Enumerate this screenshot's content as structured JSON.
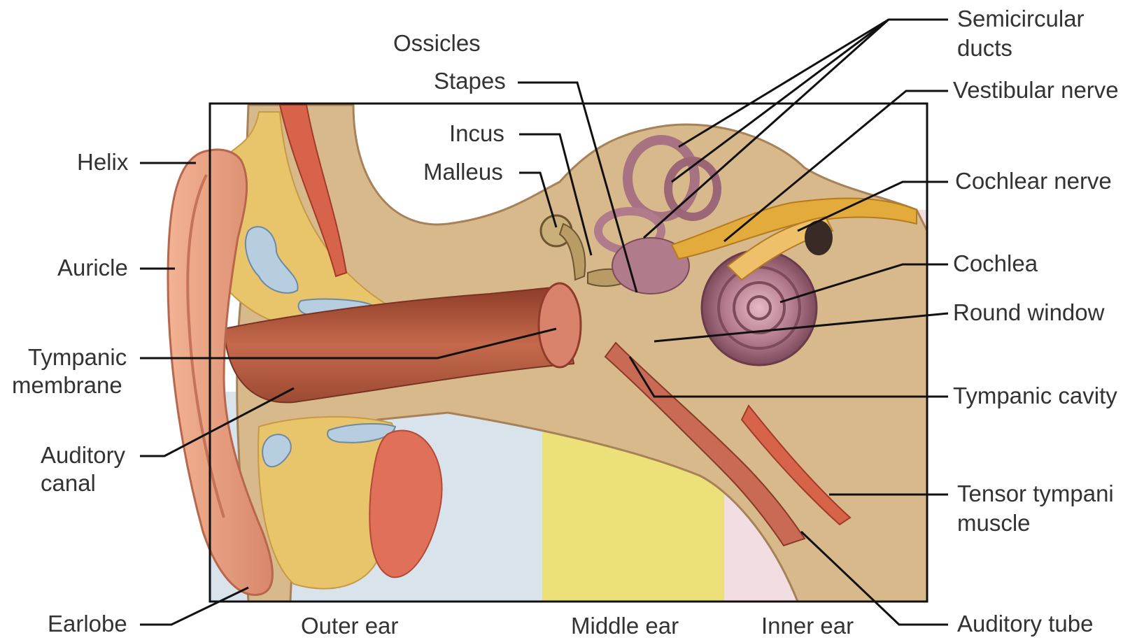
{
  "labels": {
    "ossicles": "Ossicles",
    "stapes": "Stapes",
    "incus": "Incus",
    "malleus": "Malleus",
    "helix": "Helix",
    "auricle": "Auricle",
    "tympanic_membrane_1": "Tympanic",
    "tympanic_membrane_2": "membrane",
    "auditory_canal_1": "Auditory",
    "auditory_canal_2": "canal",
    "earlobe": "Earlobe",
    "semicircular_ducts_1": "Semicircular",
    "semicircular_ducts_2": "ducts",
    "vestibular_nerve": "Vestibular nerve",
    "cochlear_nerve": "Cochlear nerve",
    "cochlea": "Cochlea",
    "round_window": "Round window",
    "tympanic_cavity": "Tympanic cavity",
    "tensor_tympani_1": "Tensor tympani",
    "tensor_tympani_2": "muscle",
    "auditory_tube": "Auditory tube"
  },
  "regions": {
    "outer_ear": "Outer ear",
    "middle_ear": "Middle ear",
    "inner_ear": "Inner ear"
  },
  "colors": {
    "outer_region": "#d9e3ec",
    "middle_region": "#ece079",
    "inner_region": "#f1dde2",
    "bone": "#d8b98c",
    "cartilage": "#e8c46a",
    "skin": "#e39a7a",
    "canal": "#b65a40",
    "labyrinth": "#a77382",
    "nerve": "#e3ab3c",
    "muscle": "#d8634b"
  }
}
